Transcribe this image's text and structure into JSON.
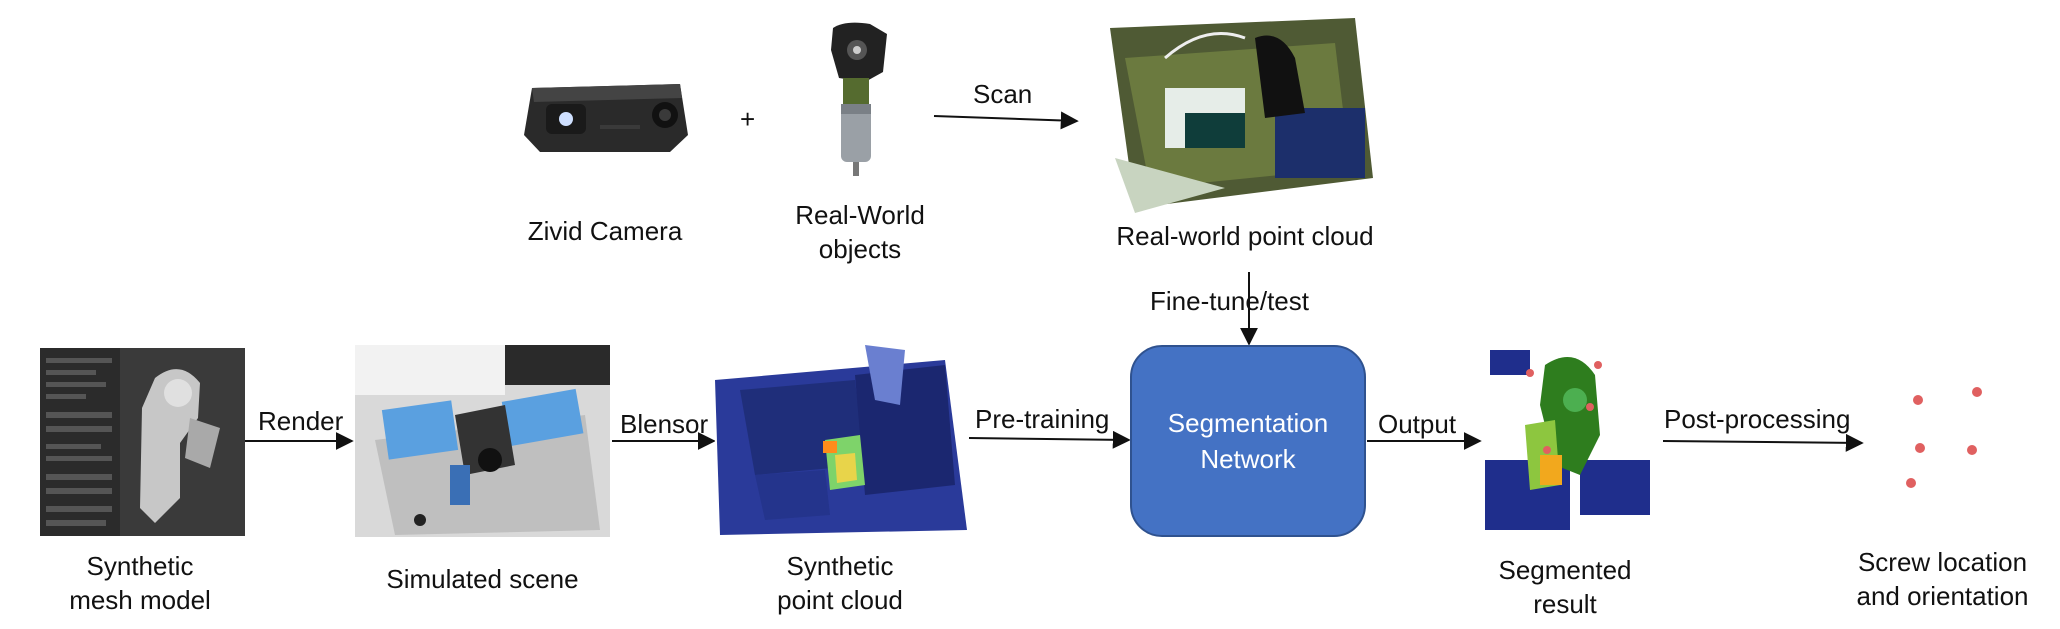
{
  "nodes": {
    "camera_label": "Zivid Camera",
    "plus": "+",
    "objects_label_line1": "Real-World",
    "objects_label_line2": "objects",
    "real_cloud_label": "Real-world point cloud",
    "mesh_label_line1": "Synthetic",
    "mesh_label_line2": "mesh model",
    "scene_label": "Simulated scene",
    "synth_cloud_label_line1": "Synthetic",
    "synth_cloud_label_line2": "point cloud",
    "network_line1": "Segmentation",
    "network_line2": "Network",
    "segmented_label_line1": "Segmented",
    "segmented_label_line2": "result",
    "screw_label_line1": "Screw location",
    "screw_label_line2": "and orientation"
  },
  "edges": {
    "scan": "Scan",
    "finetune": "Fine-tune/test",
    "render": "Render",
    "blensor": "Blensor",
    "pretraining": "Pre-training",
    "output": "Output",
    "postprocessing": "Post-processing"
  },
  "colors": {
    "network_fill": "#4472c4",
    "point_cloud_blue": "#1f2e8c",
    "segment_green": "#2e7d1e",
    "screw_red": "#e06060"
  }
}
